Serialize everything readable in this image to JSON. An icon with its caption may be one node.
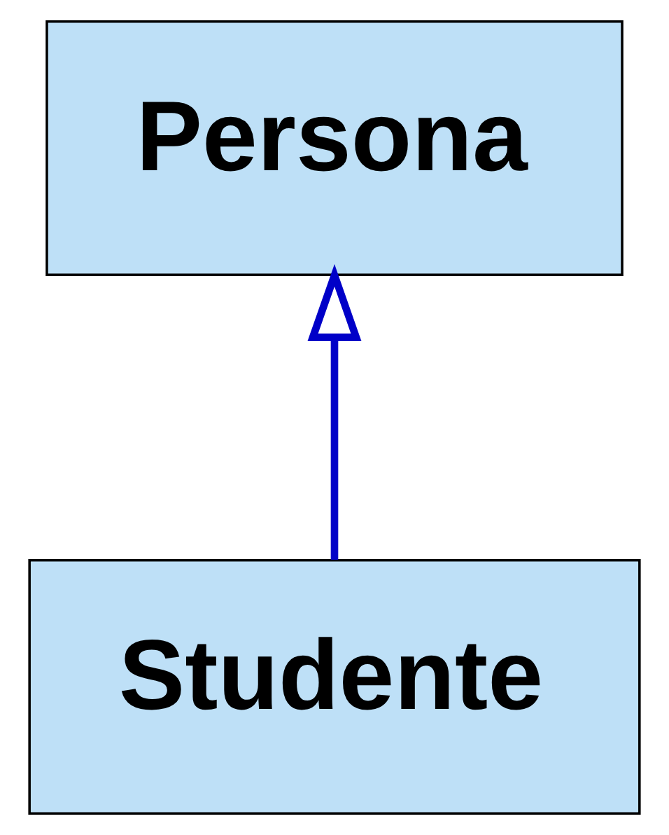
{
  "diagram": {
    "nodes": [
      {
        "text": [
          "Persona"
        ]
      },
      {
        "text": [
          "Studente"
        ]
      }
    ],
    "edges": [
      {
        "from": 1,
        "to": 0,
        "arrow": "to",
        "color": "#0000c8"
      }
    ]
  }
}
